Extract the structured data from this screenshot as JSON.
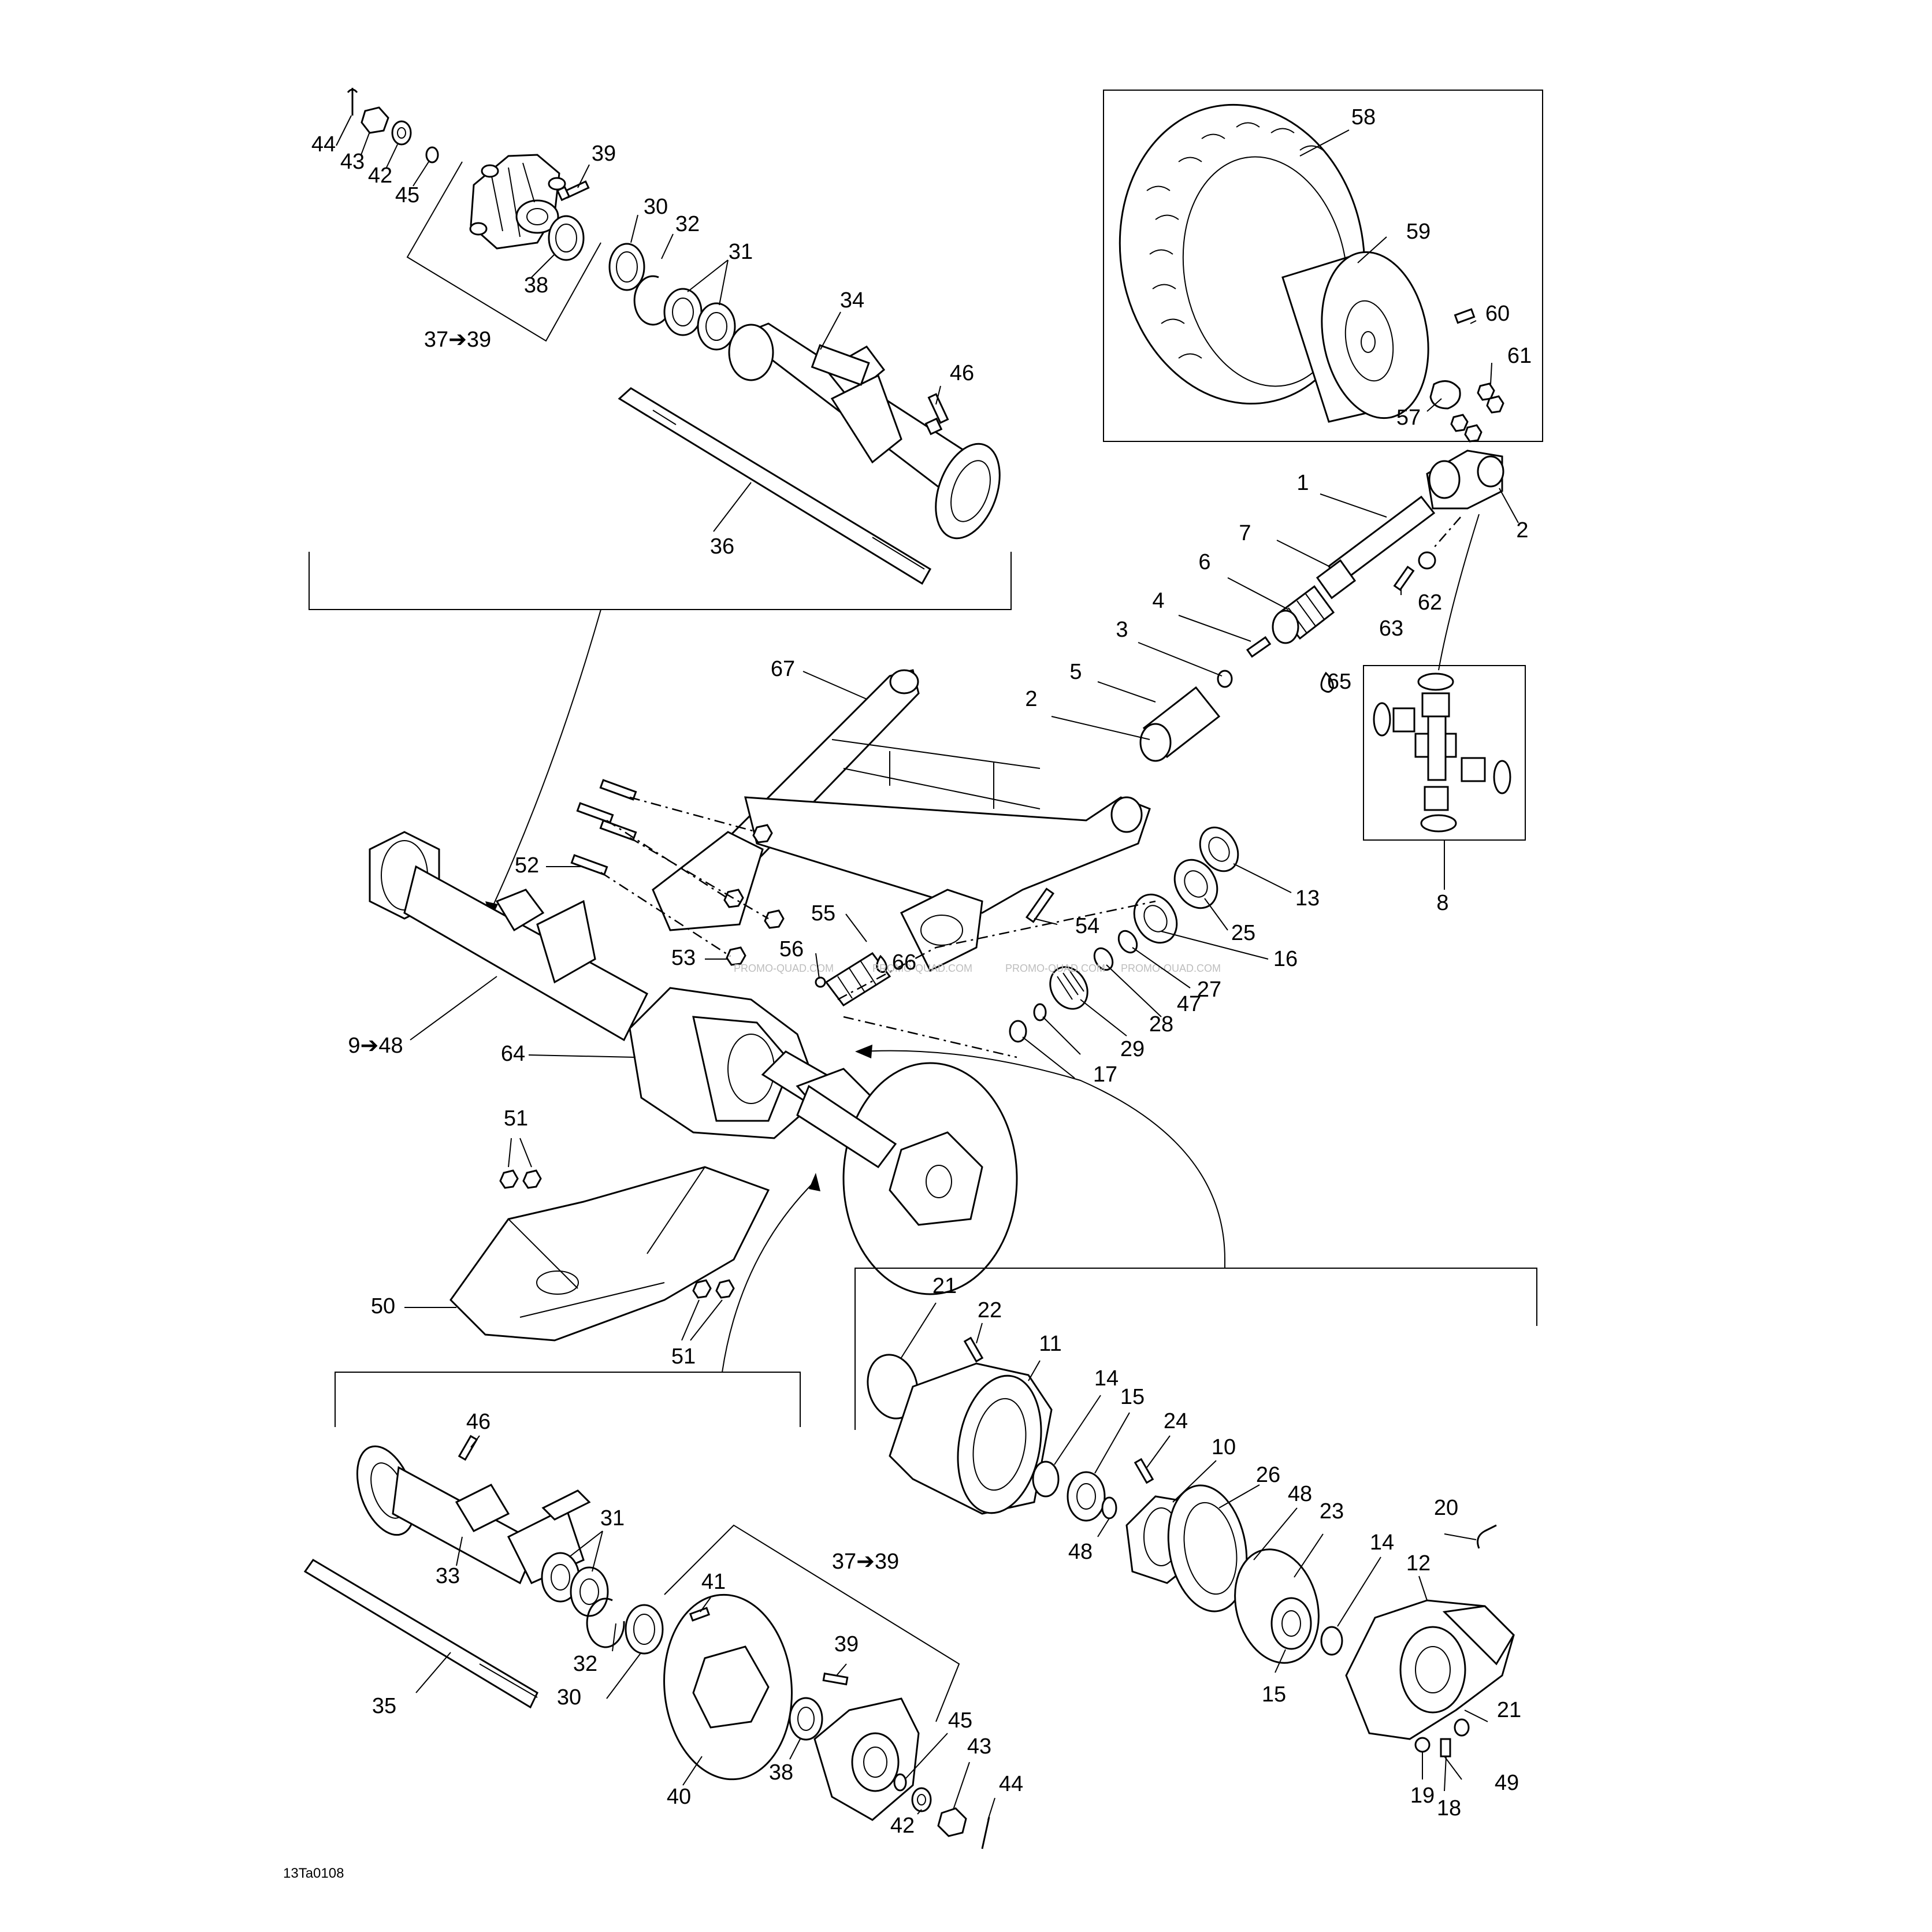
{
  "figure_code": "13Ta0108",
  "watermark": "PROMO-QUAD.COM",
  "callouts": [
    {
      "id": "c44a",
      "text": "44"
    },
    {
      "id": "c43a",
      "text": "43"
    },
    {
      "id": "c42a",
      "text": "42"
    },
    {
      "id": "c45a",
      "text": "45"
    },
    {
      "id": "c39a",
      "text": "39"
    },
    {
      "id": "c38a",
      "text": "38"
    },
    {
      "id": "c3739a",
      "text": "37➔39"
    },
    {
      "id": "c30a",
      "text": "30"
    },
    {
      "id": "c32a",
      "text": "32"
    },
    {
      "id": "c31a",
      "text": "31"
    },
    {
      "id": "c34",
      "text": "34"
    },
    {
      "id": "c46a",
      "text": "46"
    },
    {
      "id": "c36",
      "text": "36"
    },
    {
      "id": "c58",
      "text": "58"
    },
    {
      "id": "c59",
      "text": "59"
    },
    {
      "id": "c60",
      "text": "60"
    },
    {
      "id": "c61",
      "text": "61"
    },
    {
      "id": "c57",
      "text": "57"
    },
    {
      "id": "c1",
      "text": "1"
    },
    {
      "id": "c2a",
      "text": "2"
    },
    {
      "id": "c7",
      "text": "7"
    },
    {
      "id": "c6",
      "text": "6"
    },
    {
      "id": "c62",
      "text": "62"
    },
    {
      "id": "c4",
      "text": "4"
    },
    {
      "id": "c63",
      "text": "63"
    },
    {
      "id": "c3",
      "text": "3"
    },
    {
      "id": "c65",
      "text": "65"
    },
    {
      "id": "c5",
      "text": "5"
    },
    {
      "id": "c2b",
      "text": "2"
    },
    {
      "id": "c67",
      "text": "67"
    },
    {
      "id": "c8",
      "text": "8"
    },
    {
      "id": "c52",
      "text": "52"
    },
    {
      "id": "c13",
      "text": "13"
    },
    {
      "id": "c54",
      "text": "54"
    },
    {
      "id": "c25",
      "text": "25"
    },
    {
      "id": "c55",
      "text": "55"
    },
    {
      "id": "c16",
      "text": "16"
    },
    {
      "id": "c56",
      "text": "56"
    },
    {
      "id": "c66",
      "text": "66"
    },
    {
      "id": "c27",
      "text": "27"
    },
    {
      "id": "c53",
      "text": "53"
    },
    {
      "id": "c47",
      "text": "47"
    },
    {
      "id": "c28",
      "text": "28"
    },
    {
      "id": "c948",
      "text": "9➔48"
    },
    {
      "id": "c64",
      "text": "64"
    },
    {
      "id": "c29",
      "text": "29"
    },
    {
      "id": "c17",
      "text": "17"
    },
    {
      "id": "c51a",
      "text": "51"
    },
    {
      "id": "c50",
      "text": "50"
    },
    {
      "id": "c51b",
      "text": "51"
    },
    {
      "id": "c21a",
      "text": "21"
    },
    {
      "id": "c22",
      "text": "22"
    },
    {
      "id": "c11",
      "text": "11"
    },
    {
      "id": "c14a",
      "text": "14"
    },
    {
      "id": "c15a",
      "text": "15"
    },
    {
      "id": "c24",
      "text": "24"
    },
    {
      "id": "c10",
      "text": "10"
    },
    {
      "id": "c26",
      "text": "26"
    },
    {
      "id": "c48a",
      "text": "48"
    },
    {
      "id": "c23",
      "text": "23"
    },
    {
      "id": "c48b",
      "text": "48"
    },
    {
      "id": "c20",
      "text": "20"
    },
    {
      "id": "c14b",
      "text": "14"
    },
    {
      "id": "c12",
      "text": "12"
    },
    {
      "id": "c15b",
      "text": "15"
    },
    {
      "id": "c21b",
      "text": "21"
    },
    {
      "id": "c49",
      "text": "49"
    },
    {
      "id": "c19",
      "text": "19"
    },
    {
      "id": "c18",
      "text": "18"
    },
    {
      "id": "c46b",
      "text": "46"
    },
    {
      "id": "c31b",
      "text": "31"
    },
    {
      "id": "c33",
      "text": "33"
    },
    {
      "id": "c32b",
      "text": "32"
    },
    {
      "id": "c30b",
      "text": "30"
    },
    {
      "id": "c35",
      "text": "35"
    },
    {
      "id": "c41",
      "text": "41"
    },
    {
      "id": "c3739b",
      "text": "37➔39"
    },
    {
      "id": "c39b",
      "text": "39"
    },
    {
      "id": "c45b",
      "text": "45"
    },
    {
      "id": "c43b",
      "text": "43"
    },
    {
      "id": "c44b",
      "text": "44"
    },
    {
      "id": "c40",
      "text": "40"
    },
    {
      "id": "c38b",
      "text": "38"
    },
    {
      "id": "c42b",
      "text": "42"
    }
  ]
}
